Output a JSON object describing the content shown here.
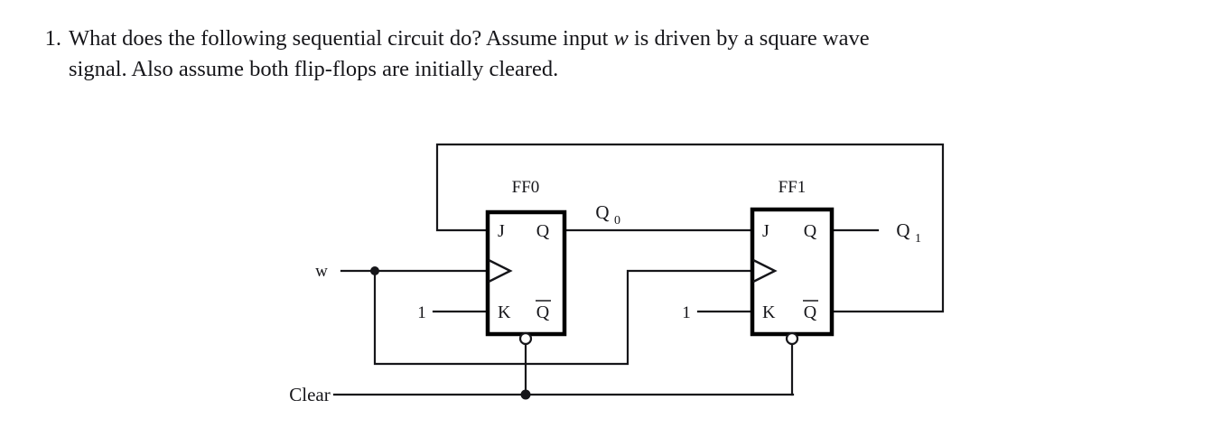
{
  "question": {
    "number": "1.",
    "line1_part1": "What does the following sequential circuit do?  Assume input ",
    "line1_var": "w",
    "line1_part2": " is driven by a square wave",
    "line2": "signal.  Also assume both flip-flops are initially cleared."
  },
  "circuit": {
    "type": "jk-flip-flop-sequential-circuit",
    "flipflops": [
      {
        "name": "FF0",
        "pins": {
          "j": "J",
          "k": "K",
          "q": "Q",
          "qbar": "Q",
          "qbar_overbar": true,
          "clock": "clock-edge-triangle",
          "clear": "clear-bubble"
        },
        "k_input_label": "1",
        "q_output_label": "Q",
        "q_output_sub": "0"
      },
      {
        "name": "FF1",
        "pins": {
          "j": "J",
          "k": "K",
          "q": "Q",
          "qbar": "Q",
          "qbar_overbar": true,
          "clock": "clock-edge-triangle",
          "clear": "clear-bubble"
        },
        "k_input_label": "1",
        "q_output_label": "Q",
        "q_output_sub": "1"
      }
    ],
    "inputs": [
      {
        "name": "w",
        "label": "w"
      },
      {
        "name": "clear",
        "label": "Clear"
      }
    ],
    "signals": {
      "q0_label": "Q",
      "q0_sub": "0",
      "q1_label": "Q",
      "q1_sub": "1"
    },
    "colors": {
      "wire": "#16161a",
      "box_stroke": "#000000",
      "background": "#ffffff",
      "text": "#16161a"
    }
  }
}
